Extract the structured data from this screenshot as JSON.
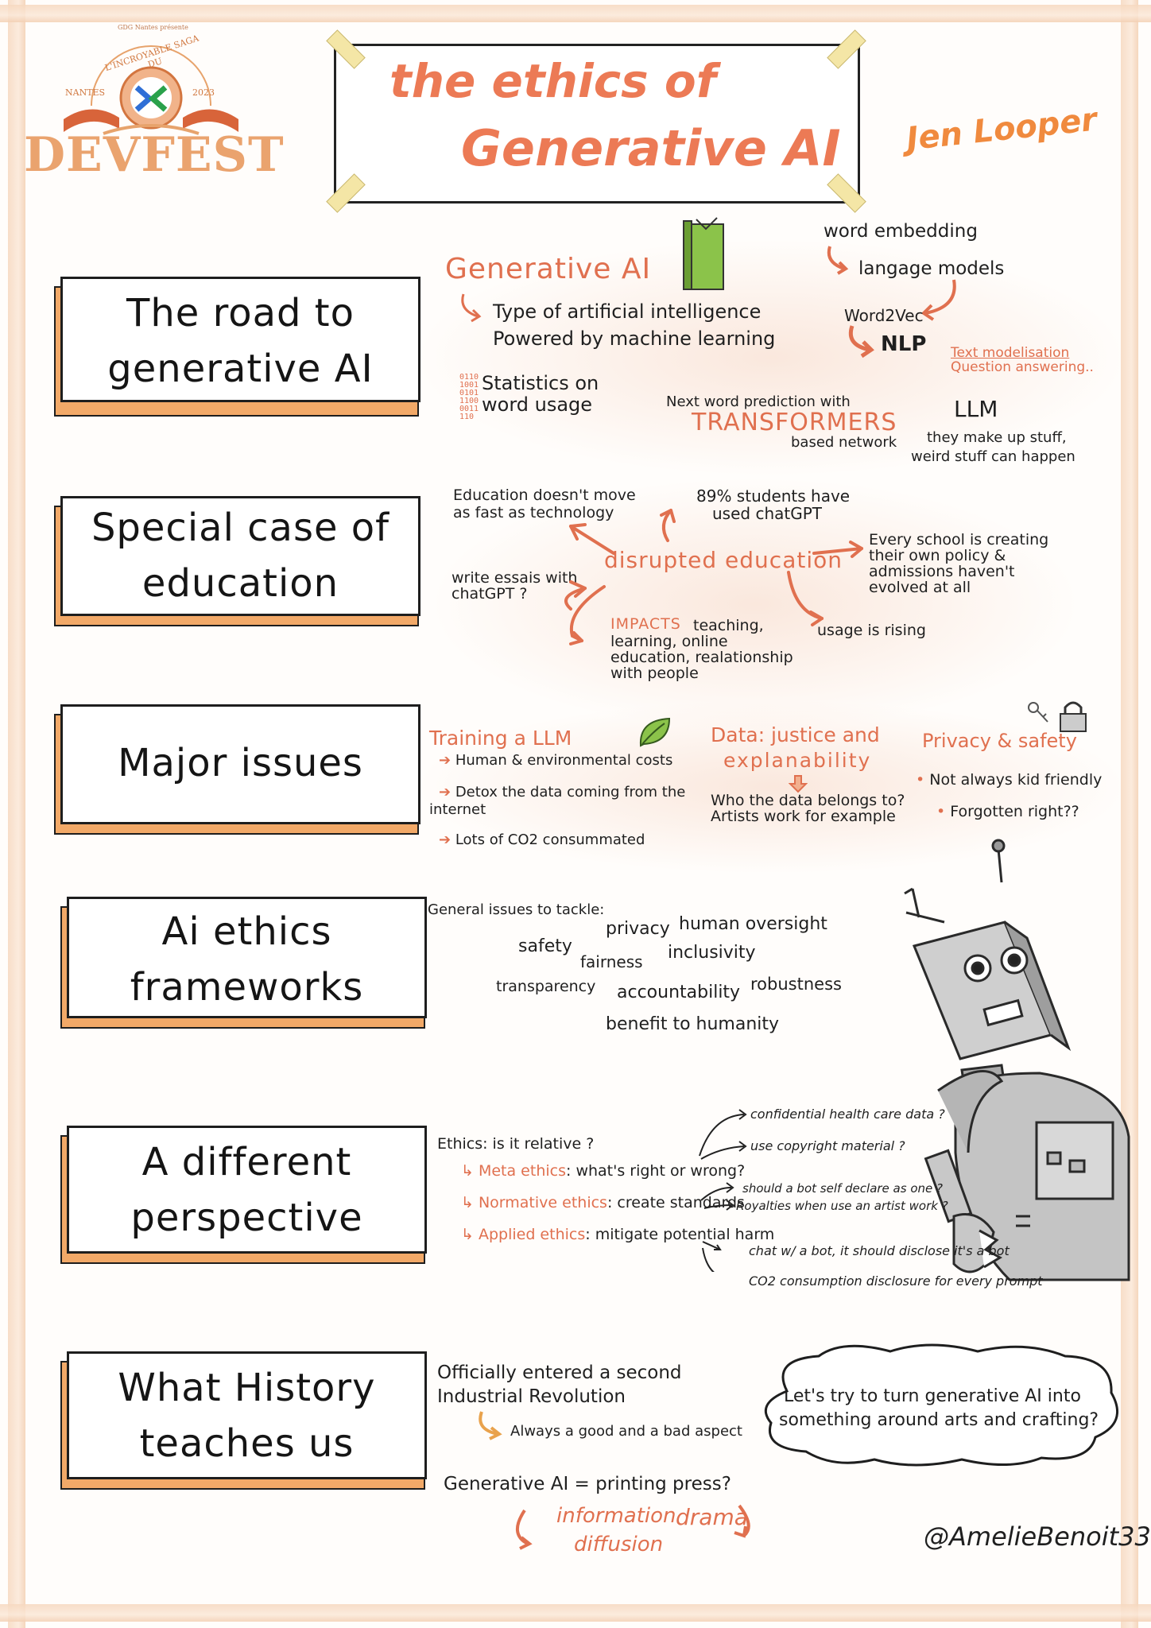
{
  "header": {
    "logo": {
      "top_small": "GDG Nantes présente",
      "arc": "L'INCROYABLE SAGA DU",
      "city": "NANTES",
      "year": "2023",
      "name": "DEVFEST"
    },
    "title_line1": "the ethics of",
    "title_line2": "Generative AI",
    "speaker": "Jen Looper"
  },
  "sections": {
    "s1": "The road to generative AI",
    "s2": "Special case of education",
    "s3": "Major issues",
    "s4": "Ai ethics frameworks",
    "s5": "A different perspective",
    "s6": "What History teaches us"
  },
  "road": {
    "heading": "Generative AI",
    "def1": "Type of artificial intelligence",
    "def2": "Powered by machine learning",
    "stats1": "Statistics on",
    "stats2": "word usage",
    "binary": "0110\n1001\n0101\n1100\n0011\n110",
    "word_emb": "word embedding",
    "lang_models": "langage models",
    "word2vec": "Word2Vec",
    "nlp": "NLP",
    "text_model": "Text modelisation",
    "question": "Question answering..",
    "next_word": "Next word prediction with",
    "transformers": "TRANSFORMERS",
    "based": "based network",
    "llm": "LLM",
    "makeup": "they make up stuff,",
    "weird": "weird stuff can happen"
  },
  "education": {
    "center": "disrupted education",
    "slow1": "Education doesn't move",
    "slow2": "as fast as technology",
    "pct1": "89% students have",
    "pct2": "used chatGPT",
    "essay1": "write essais with",
    "essay2": "chatGPT ?",
    "school1": "Every school is creating",
    "school2": "their own policy &",
    "school3": "admissions haven't",
    "school4": "evolved at all",
    "impacts": "IMPACTS",
    "imp1": "teaching,",
    "imp2": "learning, online",
    "imp3": "education, realationship",
    "imp4": "with people",
    "usage": "usage is rising"
  },
  "issues": {
    "training": "Training a LLM",
    "t1": "Human & environmental costs",
    "t2a": "Detox the data coming from the",
    "t2b": "internet",
    "t3": "Lots of CO2 consummated",
    "data1": "Data: justice and",
    "data2": "explanability",
    "who1": "Who the data belongs to?",
    "who2": "Artists work for example",
    "privacy": "Privacy & safety",
    "p1": "Not always kid friendly",
    "p2": "Forgotten right??"
  },
  "frameworks": {
    "intro": "General issues to tackle:",
    "words": {
      "privacy": "privacy",
      "oversight": "human oversight",
      "safety": "safety",
      "fairness": "fairness",
      "inclusivity": "inclusivity",
      "transparency": "transparency",
      "accountability": "accountability",
      "robustness": "robustness",
      "benefit": "benefit to humanity"
    }
  },
  "perspective": {
    "q": "Ethics: is it relative ?",
    "meta_a": "Meta ethics",
    "meta_b": ": what's right or wrong?",
    "norm_a": "Normative ethics",
    "norm_b": ": create standards",
    "appl_a": "Applied ethics",
    "appl_b": ": mitigate potential harm",
    "b1": "confidential health care data ?",
    "b2": "use copyright material ?",
    "b3": "should a bot self declare as one ?",
    "b4": "Royalties when use an artist work ?",
    "b5": "chat w/ a bot, it should disclose it's a bot",
    "b6": "CO2 consumption disclosure for every prompt"
  },
  "history": {
    "h1": "Officially entered a second",
    "h2": "Industrial Revolution",
    "h3": "Always a good and a bad aspect",
    "h4": "Generative AI = printing press?",
    "info1": "information",
    "info2": "diffusion",
    "drama": "drama",
    "cloud1": "Let's try to turn generative AI into",
    "cloud2": "something around arts and crafting?"
  },
  "credit": "@AmelieBenoit33",
  "colors": {
    "accent": "#e0704f",
    "shadow": "#f2a968",
    "ink": "#1e1e1e",
    "book": "#8bc34a",
    "robot": "#b9b9b9"
  }
}
